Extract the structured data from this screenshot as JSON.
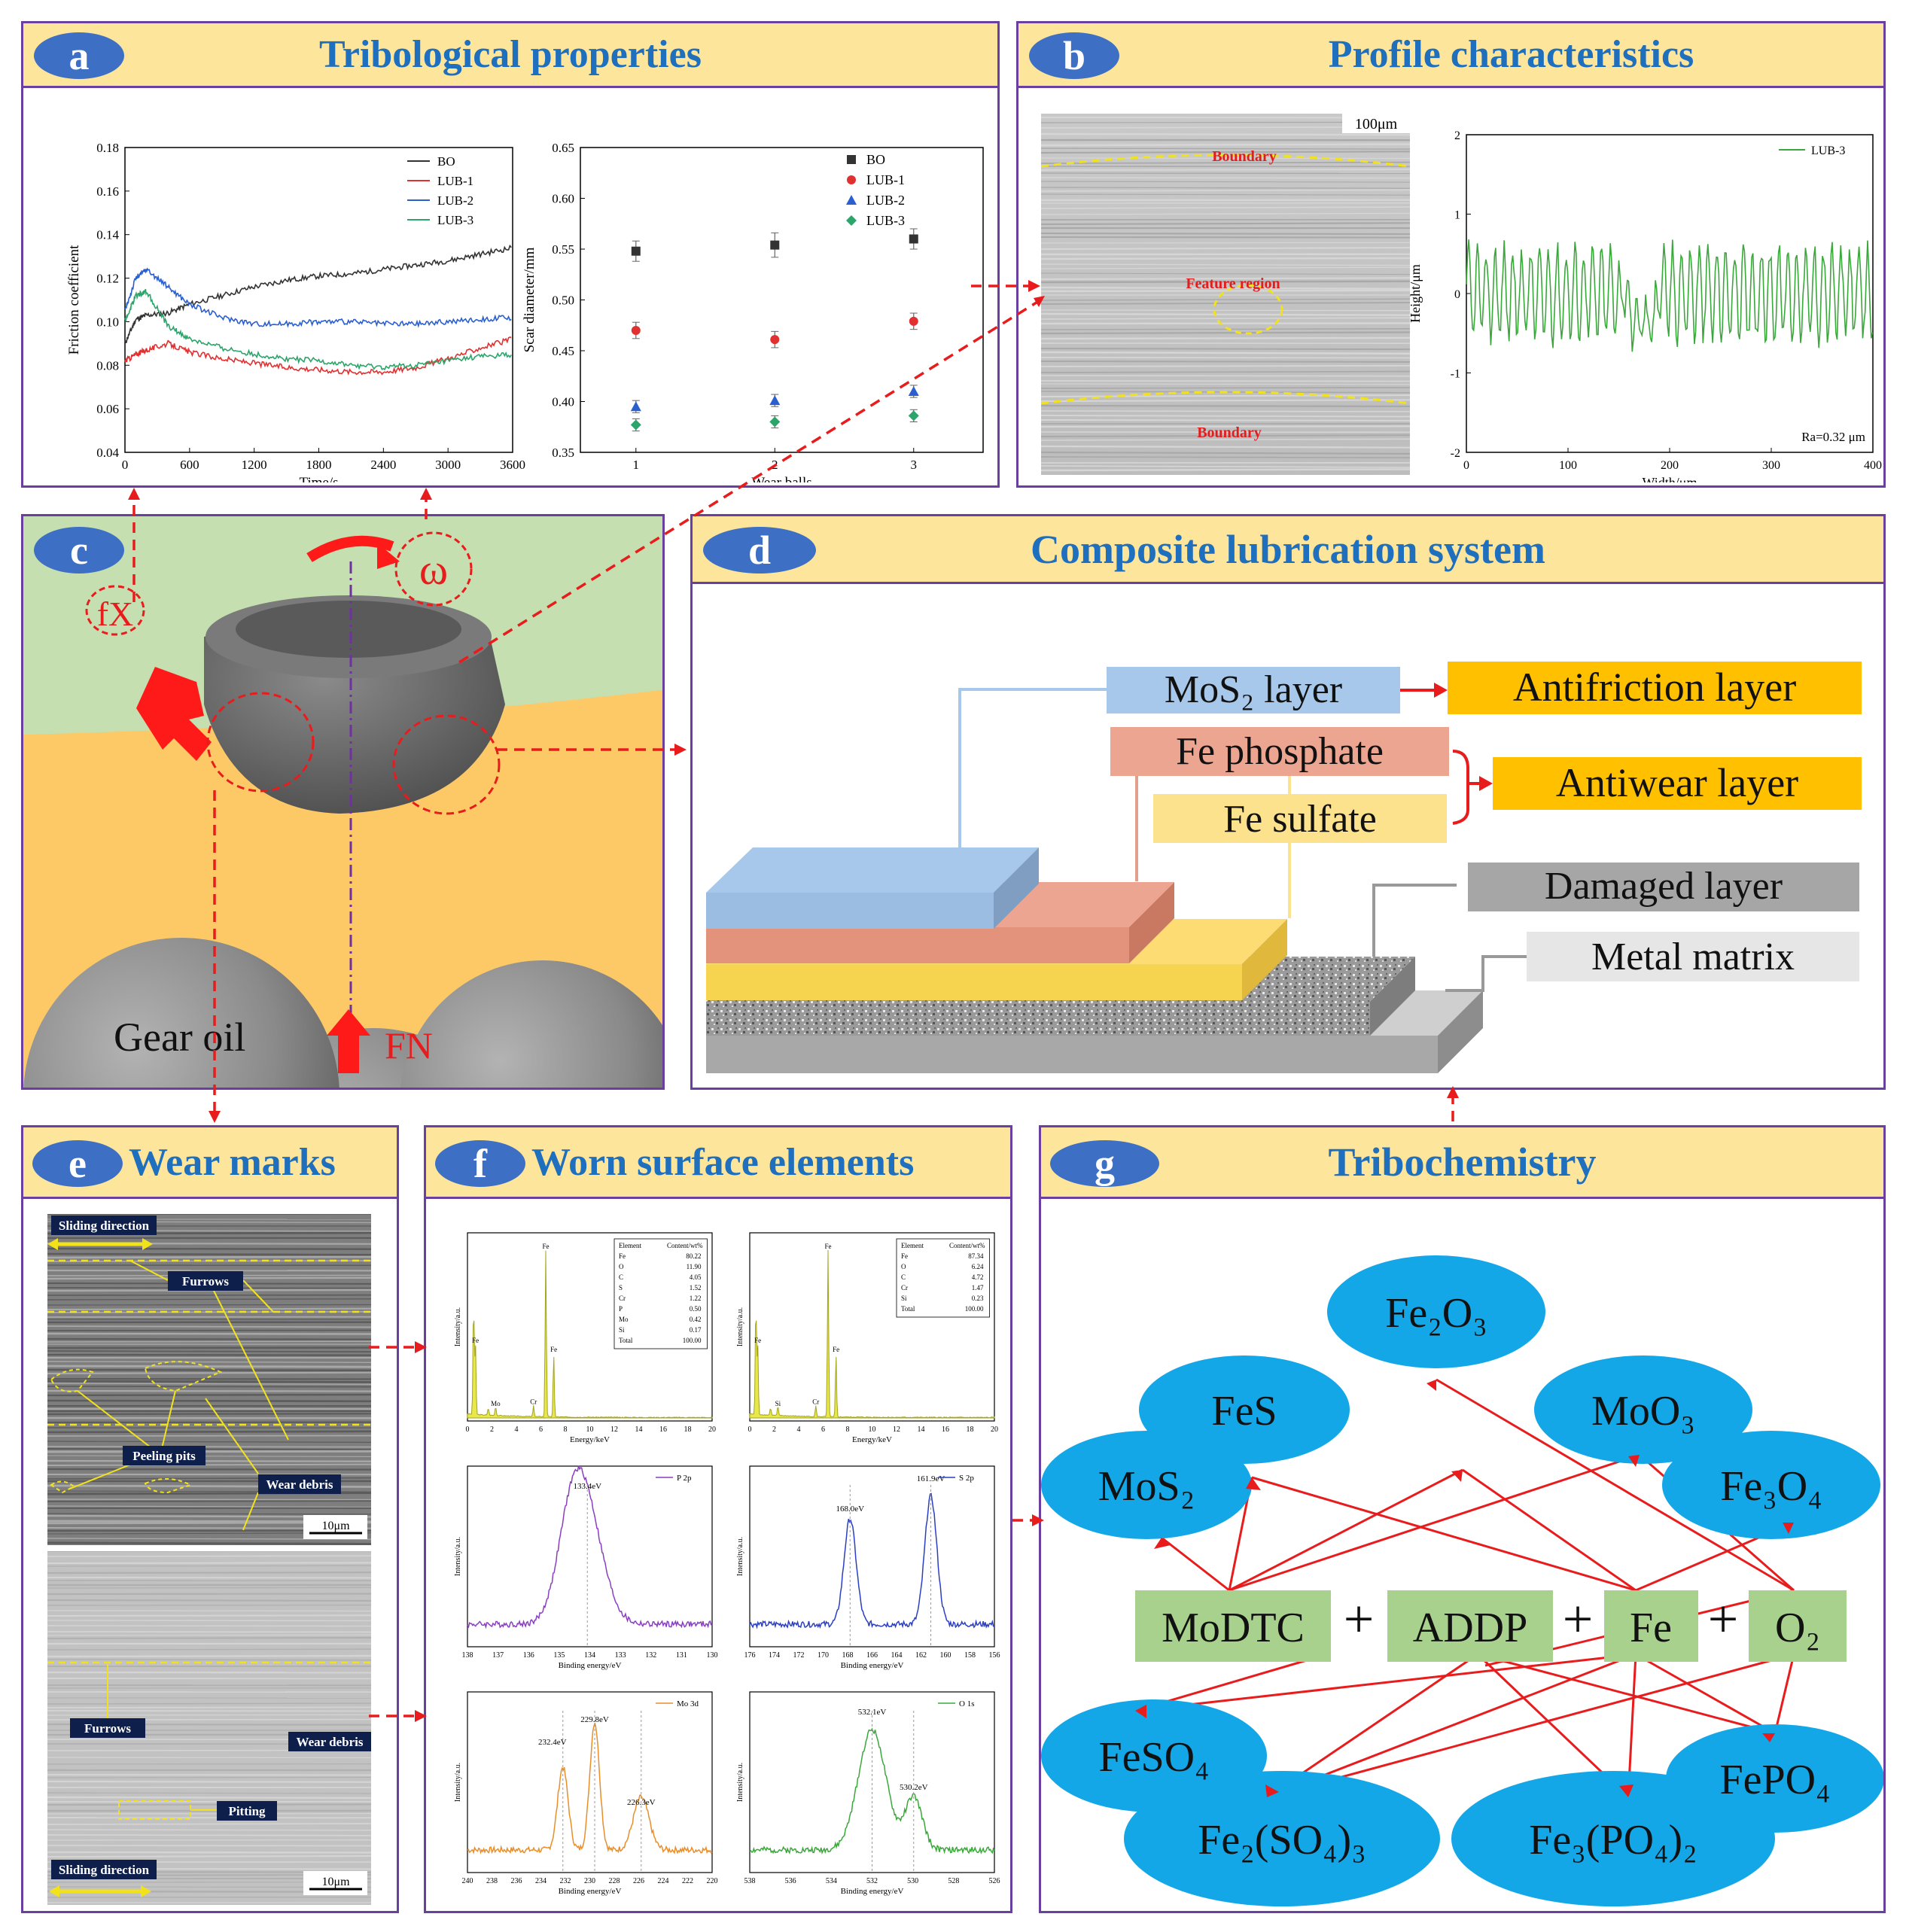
{
  "panels": {
    "a": {
      "letter": "a",
      "title": "Tribological properties"
    },
    "b": {
      "letter": "b",
      "title": "Profile characteristics"
    },
    "c": {
      "letter": "c",
      "gear_oil": "Gear oil",
      "omega": "ω",
      "fx": "fX",
      "fn": "FN"
    },
    "d": {
      "letter": "d",
      "title": "Composite lubrication system"
    },
    "e": {
      "letter": "e",
      "title": "Wear marks"
    },
    "f": {
      "letter": "f",
      "title": "Worn surface elements"
    },
    "g": {
      "letter": "g",
      "title": "Tribochemistry"
    }
  },
  "chart_data": [
    {
      "type": "line",
      "xlabel": "Time/s",
      "ylabel": "Friction coefficient",
      "xlim": [
        0,
        3600
      ],
      "ylim": [
        0.04,
        0.18
      ],
      "xticks": [
        0,
        600,
        1200,
        1800,
        2400,
        3000,
        3600
      ],
      "yticks": [
        0.04,
        0.06,
        0.08,
        0.1,
        0.12,
        0.14,
        0.16,
        0.18
      ],
      "legend": "top-right",
      "series": [
        {
          "name": "BO",
          "color": "#333333",
          "x": [
            0,
            100,
            200,
            400,
            600,
            900,
            1200,
            1500,
            1800,
            2100,
            2400,
            2700,
            3000,
            3300,
            3600
          ],
          "values": [
            0.09,
            0.101,
            0.103,
            0.104,
            0.108,
            0.112,
            0.116,
            0.119,
            0.121,
            0.122,
            0.124,
            0.126,
            0.128,
            0.131,
            0.134
          ]
        },
        {
          "name": "LUB-1",
          "color": "#e03030",
          "x": [
            0,
            100,
            200,
            400,
            600,
            900,
            1200,
            1500,
            1800,
            2100,
            2400,
            2700,
            3000,
            3300,
            3600
          ],
          "values": [
            0.082,
            0.085,
            0.087,
            0.09,
            0.086,
            0.083,
            0.081,
            0.079,
            0.078,
            0.077,
            0.077,
            0.079,
            0.083,
            0.088,
            0.092
          ]
        },
        {
          "name": "LUB-2",
          "color": "#2a5fd0",
          "x": [
            0,
            100,
            200,
            400,
            600,
            900,
            1200,
            1500,
            1800,
            2100,
            2400,
            2700,
            3000,
            3300,
            3600
          ],
          "values": [
            0.105,
            0.12,
            0.124,
            0.116,
            0.108,
            0.102,
            0.099,
            0.099,
            0.1,
            0.1,
            0.099,
            0.099,
            0.1,
            0.101,
            0.102
          ]
        },
        {
          "name": "LUB-3",
          "color": "#2ca56a",
          "x": [
            0,
            100,
            200,
            400,
            600,
            900,
            1200,
            1500,
            1800,
            2100,
            2400,
            2700,
            3000,
            3300,
            3600
          ],
          "values": [
            0.1,
            0.112,
            0.114,
            0.098,
            0.092,
            0.088,
            0.085,
            0.083,
            0.082,
            0.08,
            0.079,
            0.08,
            0.082,
            0.084,
            0.085
          ]
        }
      ]
    },
    {
      "type": "scatter",
      "xlabel": "Wear balls",
      "ylabel": "Scar diameter/mm",
      "xlim": [
        0.6,
        3.5
      ],
      "ylim": [
        0.35,
        0.65
      ],
      "xticks": [
        1,
        2,
        3
      ],
      "yticks": [
        0.35,
        0.4,
        0.45,
        0.5,
        0.55,
        0.6,
        0.65
      ],
      "legend": "top-right",
      "series": [
        {
          "name": "BO",
          "color": "#333333",
          "marker": "square",
          "x": [
            1,
            2,
            3
          ],
          "values": [
            0.548,
            0.554,
            0.56
          ],
          "err": [
            0.01,
            0.012,
            0.01
          ]
        },
        {
          "name": "LUB-1",
          "color": "#e03030",
          "marker": "circle",
          "x": [
            1,
            2,
            3
          ],
          "values": [
            0.47,
            0.461,
            0.479
          ],
          "err": [
            0.008,
            0.008,
            0.008
          ]
        },
        {
          "name": "LUB-2",
          "color": "#2a5fd0",
          "marker": "triangle",
          "x": [
            1,
            2,
            3
          ],
          "values": [
            0.395,
            0.401,
            0.41
          ],
          "err": [
            0.006,
            0.006,
            0.006
          ]
        },
        {
          "name": "LUB-3",
          "color": "#2ca56a",
          "marker": "diamond",
          "x": [
            1,
            2,
            3
          ],
          "values": [
            0.377,
            0.38,
            0.386
          ],
          "err": [
            0.006,
            0.006,
            0.006
          ]
        }
      ]
    },
    {
      "type": "line",
      "xlabel": "Width/μm",
      "ylabel": "Height/μm",
      "xlim": [
        0,
        400
      ],
      "ylim": [
        -2,
        2
      ],
      "xticks": [
        0,
        100,
        200,
        300,
        400
      ],
      "yticks": [
        -2,
        -1,
        0,
        1,
        2
      ],
      "legend": "top-right",
      "annotation": "Ra=0.32 μm",
      "series": [
        {
          "name": "LUB-3",
          "color": "#3aa83a"
        }
      ]
    }
  ],
  "b_image": {
    "scale": "100μm",
    "boundary_top": "Boundary",
    "feature": "Feature region",
    "boundary_bottom": "Boundary"
  },
  "d_layers": {
    "mos2": "MoS₂ layer",
    "phosphate": "Fe phosphate",
    "sulfate": "Fe sulfate",
    "damaged": "Damaged layer",
    "matrix": "Metal matrix",
    "antifriction": "Antifriction layer",
    "antiwear": "Antiwear layer"
  },
  "e_labels": {
    "sliding1": "Sliding direction",
    "furrows1": "Furrows",
    "peeling": "Peeling pits",
    "debris1": "Wear debris",
    "scale1": "10μm",
    "furrows2": "Furrows",
    "debris2": "Wear debris",
    "pitting": "Pitting",
    "sliding2": "Sliding direction",
    "scale2": "10μm"
  },
  "f_charts": {
    "eds1": {
      "xlabel": "Energy/keV",
      "ylabel": "Intensity/a.u.",
      "xticks": [
        "0",
        "2",
        "4",
        "6",
        "8",
        "10",
        "12",
        "14",
        "16",
        "18",
        "20"
      ],
      "table_head": [
        "Element",
        "Content/wt%"
      ],
      "rows": [
        [
          "Fe",
          "80.22"
        ],
        [
          "O",
          "11.90"
        ],
        [
          "C",
          "4.05"
        ],
        [
          "S",
          "1.52"
        ],
        [
          "Cr",
          "1.22"
        ],
        [
          "P",
          "0.50"
        ],
        [
          "Mo",
          "0.42"
        ],
        [
          "Si",
          "0.17"
        ],
        [
          "Total",
          "100.00"
        ]
      ],
      "peaks": [
        "Fe",
        "Fe",
        "Fe",
        "Cr",
        "Mo"
      ]
    },
    "eds2": {
      "xlabel": "Energy/keV",
      "ylabel": "Intensity/a.u.",
      "xticks": [
        "0",
        "2",
        "4",
        "6",
        "8",
        "10",
        "12",
        "14",
        "16",
        "18",
        "20"
      ],
      "table_head": [
        "Element",
        "Content/wt%"
      ],
      "rows": [
        [
          "Fe",
          "87.34"
        ],
        [
          "O",
          "6.24"
        ],
        [
          "C",
          "4.72"
        ],
        [
          "Cr",
          "1.47"
        ],
        [
          "Si",
          "0.23"
        ],
        [
          "Total",
          "100.00"
        ]
      ],
      "peaks": [
        "Fe",
        "Fe",
        "Fe",
        "Cr",
        "Si"
      ]
    },
    "p2p": {
      "legend": "P 2p",
      "peak": "133.4eV",
      "xlabel": "Binding energy/eV",
      "ylabel": "Intensity/a.u.",
      "xticks": [
        "138",
        "137",
        "136",
        "135",
        "134",
        "133",
        "132",
        "131",
        "130"
      ]
    },
    "s2p": {
      "legend": "S 2p",
      "peak1": "168.0eV",
      "peak2": "161.9eV",
      "xlabel": "Binding energy/eV",
      "ylabel": "Intensity/a.u.",
      "xticks": [
        "176",
        "174",
        "172",
        "170",
        "168",
        "166",
        "164",
        "162",
        "160",
        "158",
        "156"
      ]
    },
    "mo3d": {
      "legend": "Mo 3d",
      "peak1": "232.4eV",
      "peak2": "229.8eV",
      "peak3": "226.3eV",
      "xlabel": "Binding energy/eV",
      "ylabel": "Intensity/a.u.",
      "xticks": [
        "240",
        "238",
        "236",
        "234",
        "232",
        "230",
        "228",
        "226",
        "224",
        "222",
        "220"
      ]
    },
    "o1s": {
      "legend": "O 1s",
      "peak1": "532.1eV",
      "peak2": "530.2eV",
      "xlabel": "Binding energy/eV",
      "ylabel": "Intensity/a.u.",
      "xticks": [
        "538",
        "536",
        "534",
        "532",
        "530",
        "528",
        "526"
      ]
    }
  },
  "g_nodes": {
    "fe2o3": "Fe₂O₃",
    "fes": "FeS",
    "moo3": "MoO₃",
    "mos2": "MoS₂",
    "fe3o4": "Fe₃O₄",
    "modtc": "MoDTC",
    "addp": "ADDP",
    "fe": "Fe",
    "o2": "O₂",
    "plus": "+",
    "feso4": "FeSO₄",
    "fepo4": "FePO₄",
    "fe2so43": "Fe₂(SO₄)₃",
    "fe3po42": "Fe₃(PO₄)₂"
  },
  "colors": {
    "border": "#6b3fa0",
    "header": "#fde59b",
    "title": "#1f6fbf",
    "badge": "#3d6fc4",
    "ellipse": "#13a7e8",
    "reactant": "#a9d18e",
    "arrow": "#e81c1c"
  }
}
